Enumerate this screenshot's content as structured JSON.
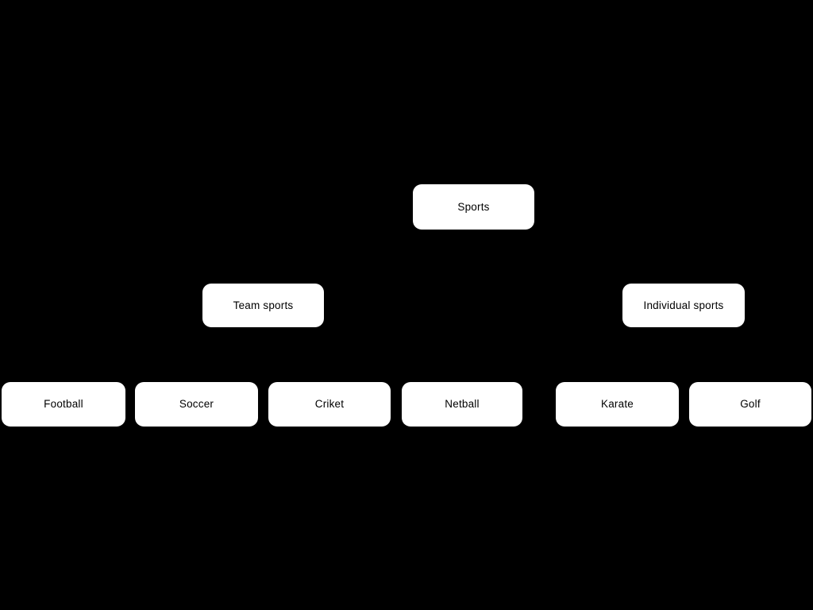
{
  "diagram": {
    "type": "tree",
    "background_color": "#000000",
    "node_fill_color": "#ffffff",
    "node_text_color": "#000000",
    "connector_color": "#000000",
    "root": {
      "label": "Sports"
    },
    "level1": [
      {
        "label": "Team sports"
      },
      {
        "label": "Individual sports"
      }
    ],
    "level2": [
      {
        "label": "Football",
        "parent": "Team sports"
      },
      {
        "label": "Soccer",
        "parent": "Team sports"
      },
      {
        "label": "Criket",
        "parent": "Team sports"
      },
      {
        "label": "Netball",
        "parent": "Team sports"
      },
      {
        "label": "Karate",
        "parent": "Individual sports"
      },
      {
        "label": "Golf",
        "parent": "Individual sports"
      }
    ]
  }
}
